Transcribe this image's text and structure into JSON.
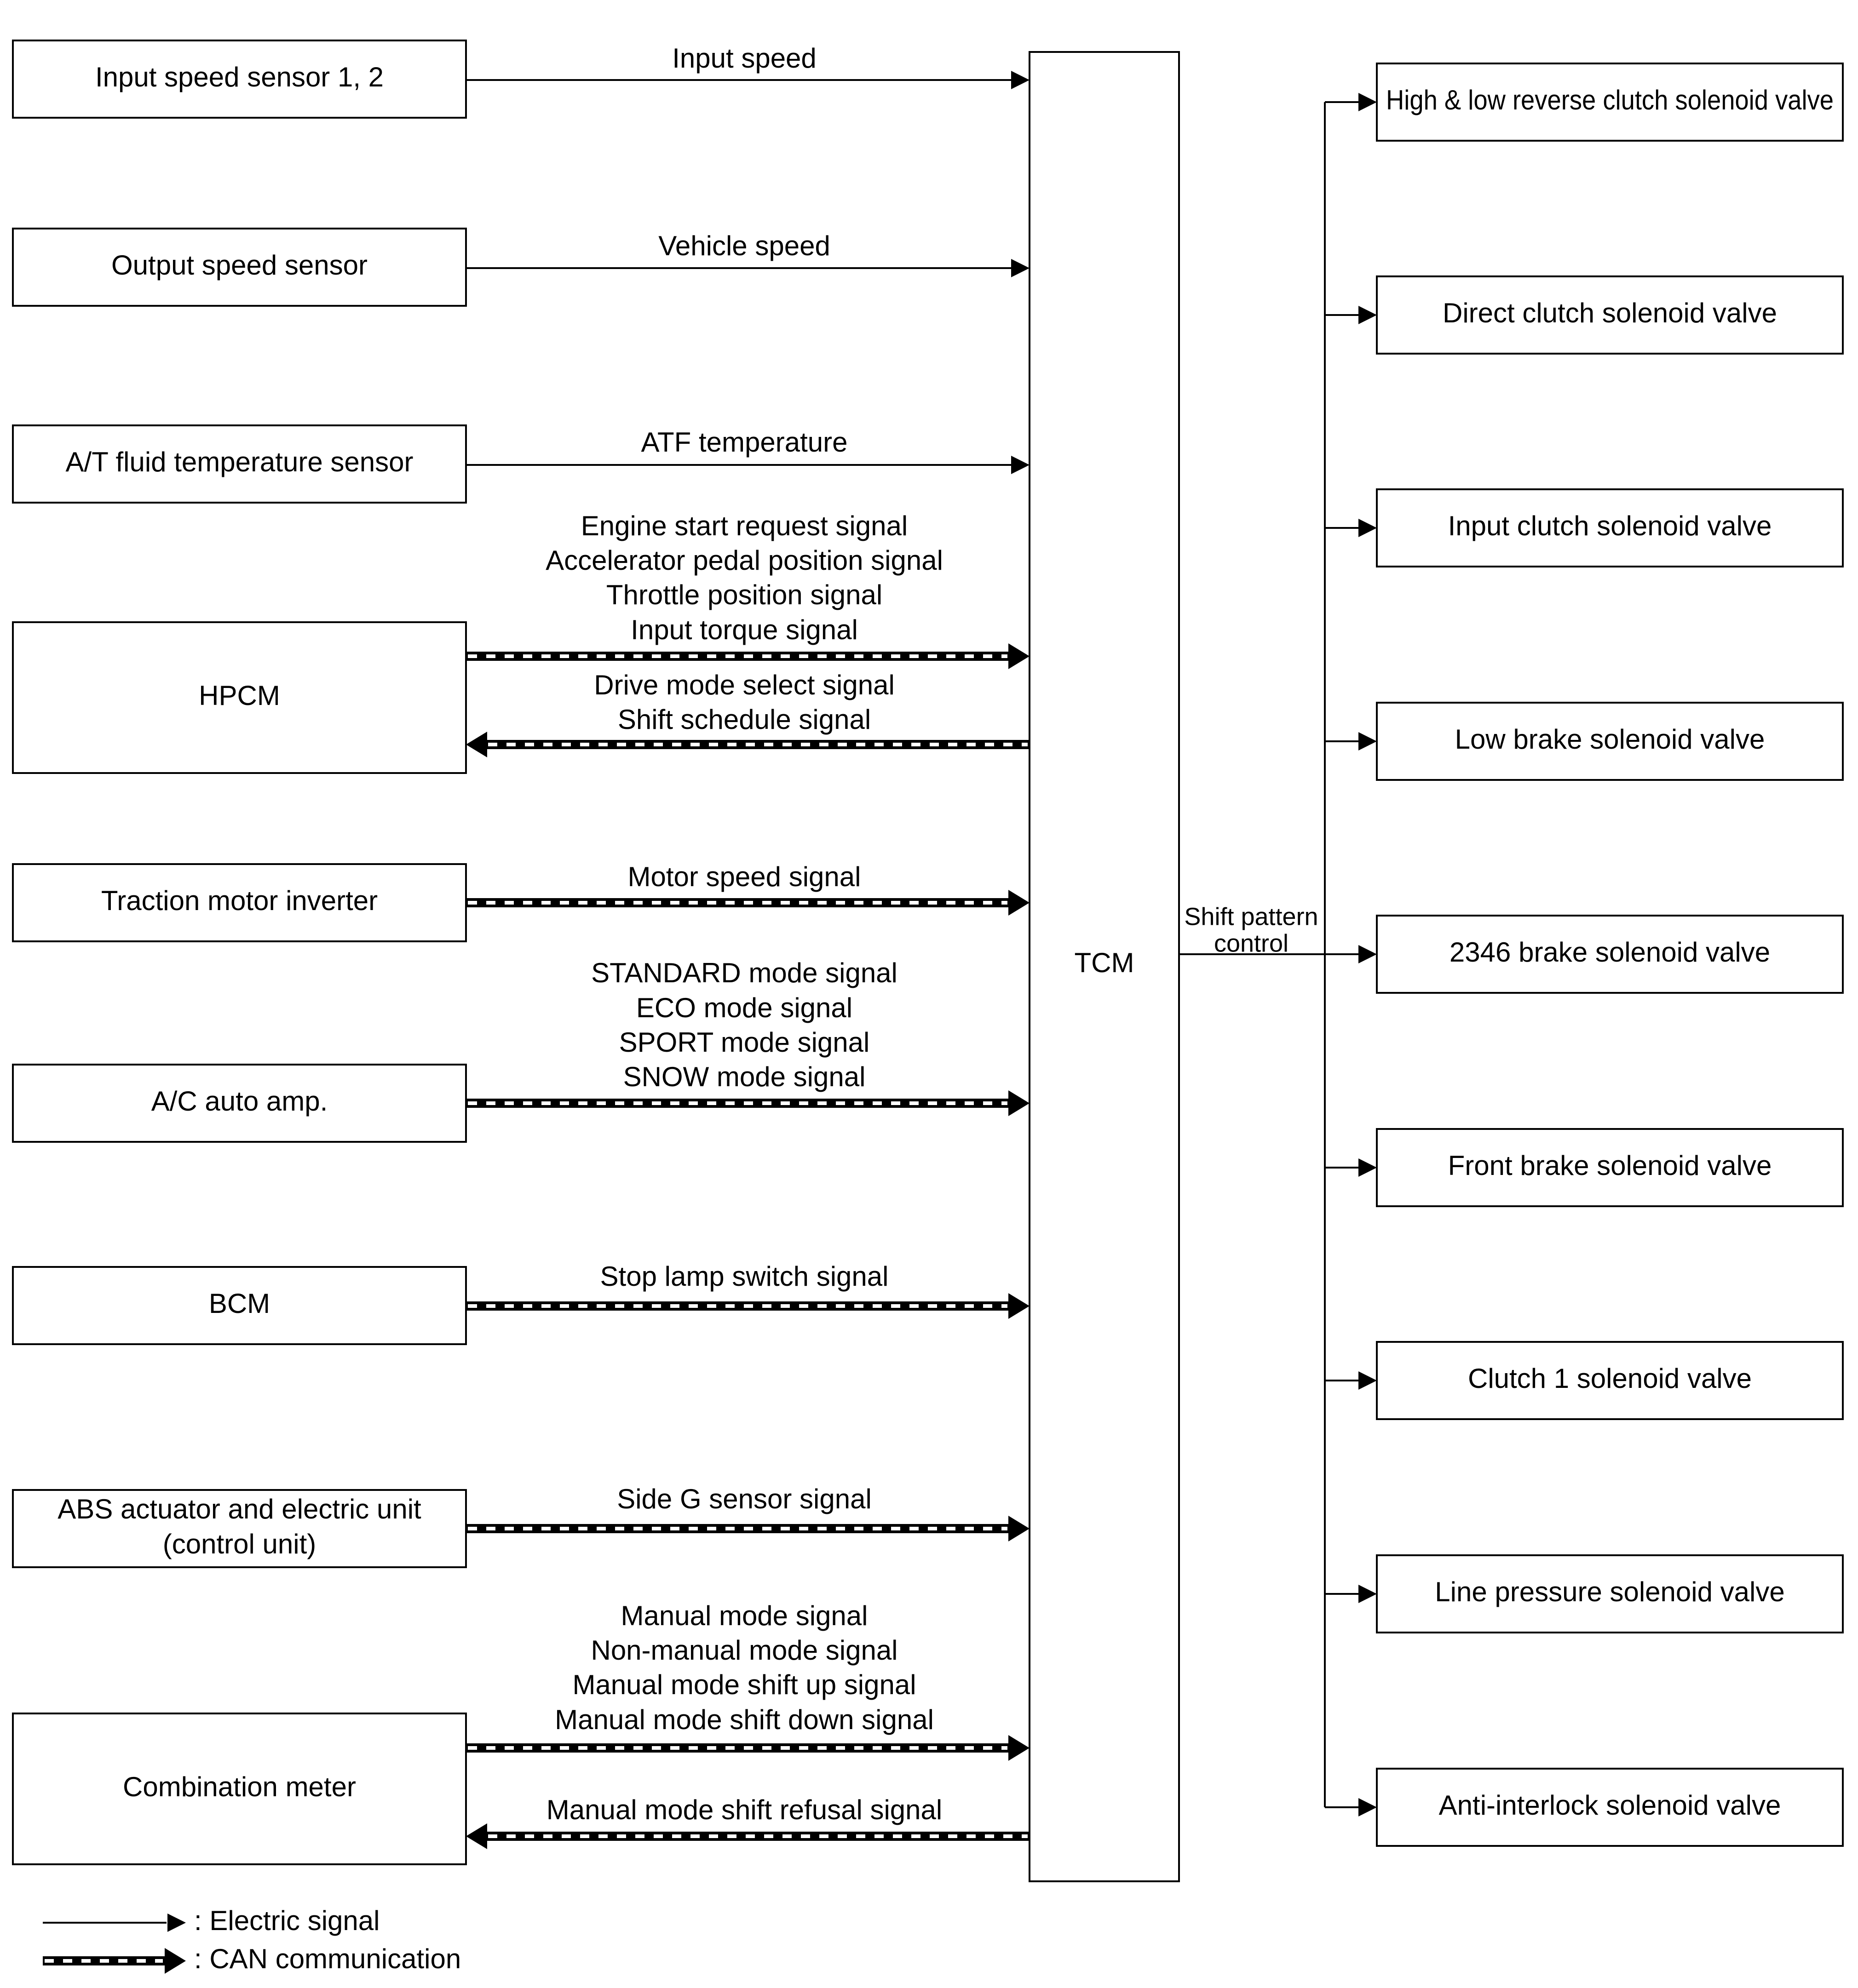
{
  "inputs": [
    {
      "label": [
        "Input speed sensor 1, 2"
      ]
    },
    {
      "label": [
        "Output speed sensor"
      ]
    },
    {
      "label": [
        "A/T fluid temperature sensor"
      ]
    },
    {
      "label": [
        "HPCM"
      ]
    },
    {
      "label": [
        "Traction motor inverter"
      ]
    },
    {
      "label": [
        "A/C auto amp."
      ]
    },
    {
      "label": [
        "BCM"
      ]
    },
    {
      "label": [
        "ABS actuator and electric unit",
        "(control unit)"
      ]
    },
    {
      "label": [
        "Combination meter"
      ]
    }
  ],
  "signals": [
    {
      "from": 0,
      "type": "electric",
      "direction": "to_tcm",
      "labels": [
        "Input speed"
      ]
    },
    {
      "from": 1,
      "type": "electric",
      "direction": "to_tcm",
      "labels": [
        "Vehicle speed"
      ]
    },
    {
      "from": 2,
      "type": "electric",
      "direction": "to_tcm",
      "labels": [
        "ATF temperature"
      ]
    },
    {
      "from": 3,
      "type": "can",
      "direction": "to_tcm",
      "labels": [
        "Engine start request signal",
        "Accelerator pedal position signal",
        "Throttle position signal",
        "Input torque signal"
      ]
    },
    {
      "from": 3,
      "type": "can",
      "direction": "from_tcm",
      "labels": [
        "Drive mode select signal",
        "Shift schedule signal"
      ]
    },
    {
      "from": 4,
      "type": "can",
      "direction": "to_tcm",
      "labels": [
        "Motor speed signal"
      ]
    },
    {
      "from": 5,
      "type": "can",
      "direction": "to_tcm",
      "labels": [
        "STANDARD mode signal",
        "ECO mode signal",
        "SPORT mode signal",
        "SNOW mode signal"
      ]
    },
    {
      "from": 6,
      "type": "can",
      "direction": "to_tcm",
      "labels": [
        "Stop lamp switch signal"
      ]
    },
    {
      "from": 7,
      "type": "can",
      "direction": "to_tcm",
      "labels": [
        "Side G sensor signal"
      ]
    },
    {
      "from": 8,
      "type": "can",
      "direction": "to_tcm",
      "labels": [
        "Manual mode signal",
        "Non-manual mode signal",
        "Manual mode shift up signal",
        "Manual mode shift down signal"
      ]
    },
    {
      "from": 8,
      "type": "can",
      "direction": "from_tcm",
      "labels": [
        "Manual mode shift refusal signal"
      ]
    }
  ],
  "tcm": {
    "label": "TCM"
  },
  "output_link": {
    "labels": [
      "Shift pattern",
      "control"
    ]
  },
  "outputs": [
    {
      "label": "High & low reverse clutch solenoid valve"
    },
    {
      "label": "Direct clutch solenoid valve"
    },
    {
      "label": "Input clutch solenoid valve"
    },
    {
      "label": "Low brake solenoid valve"
    },
    {
      "label": "2346 brake solenoid valve"
    },
    {
      "label": "Front brake solenoid valve"
    },
    {
      "label": "Clutch 1 solenoid valve"
    },
    {
      "label": "Line pressure solenoid valve"
    },
    {
      "label": "Anti-interlock solenoid valve"
    }
  ],
  "legend": [
    {
      "type": "electric",
      "label": ": Electric signal"
    },
    {
      "type": "can",
      "label": ": CAN communication"
    }
  ]
}
